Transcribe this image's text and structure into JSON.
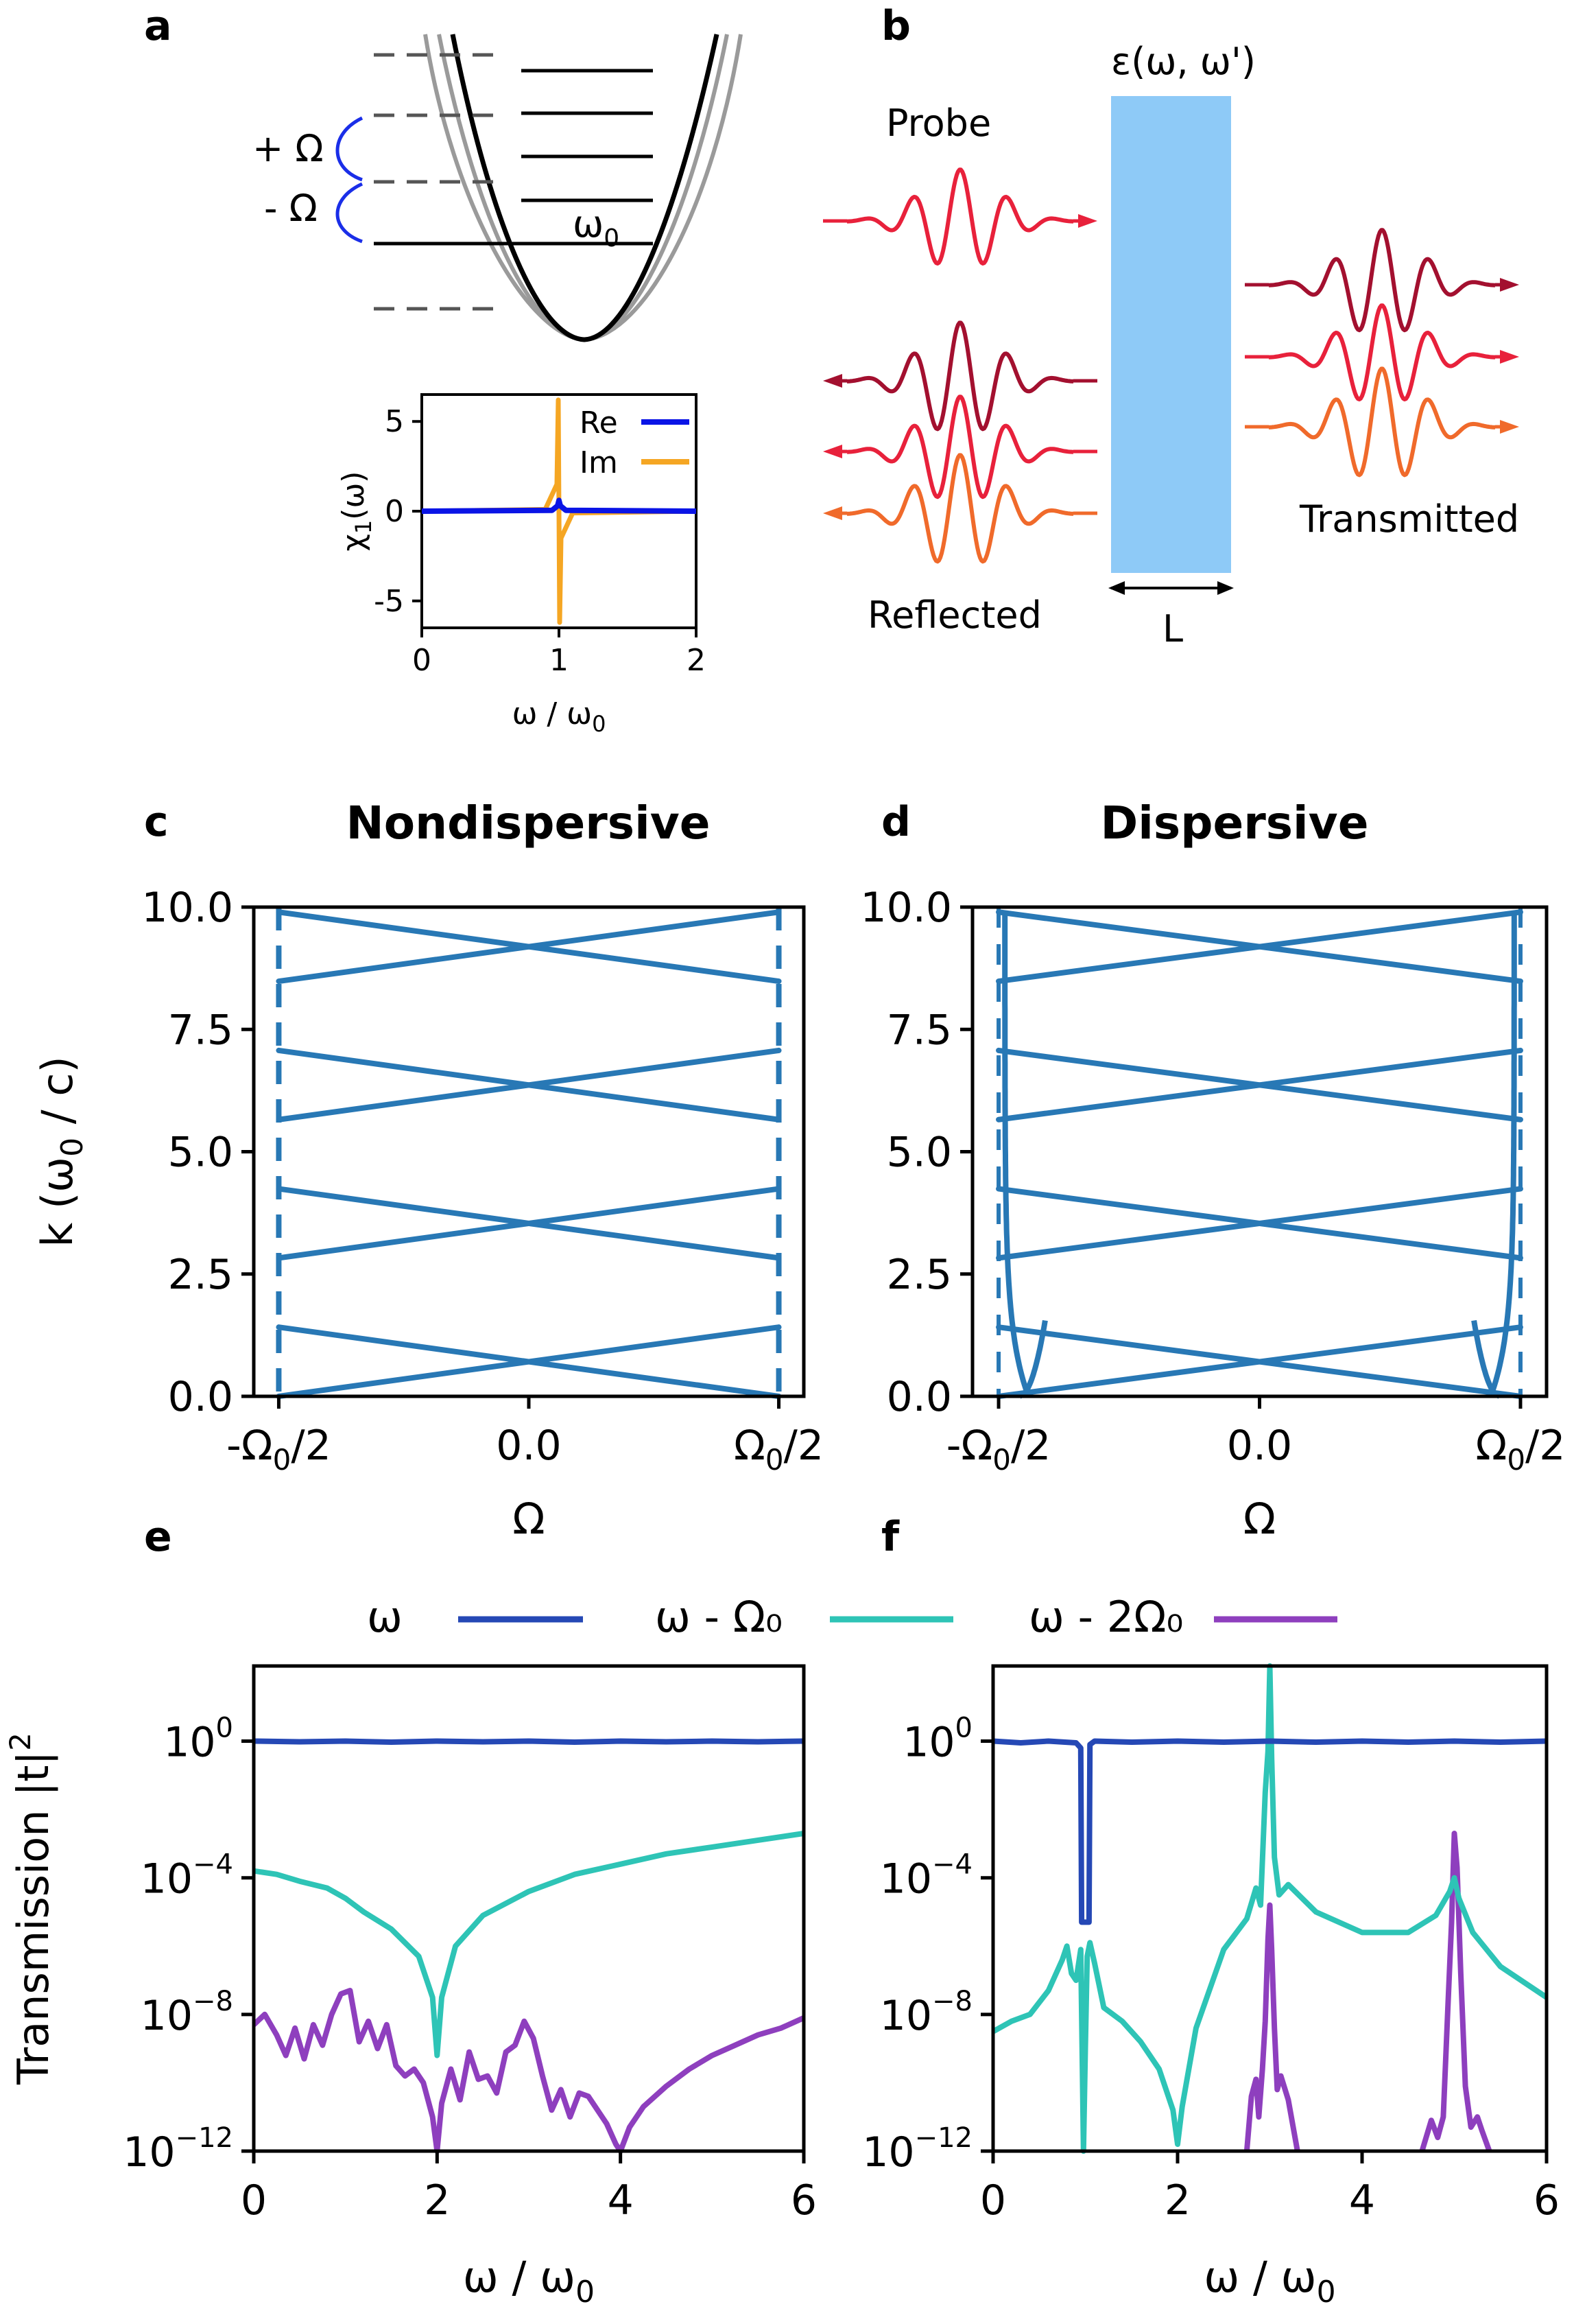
{
  "panels": {
    "a": {
      "label": "a",
      "annotations": {
        "plus": "+ Ω",
        "minus": "- Ω",
        "omega0_main": "ω",
        "omega0_sub": "0"
      }
    },
    "b": {
      "label": "b",
      "annotations": {
        "epsilon": "ε(ω, ω')",
        "probe": "Probe",
        "reflected": "Reflected",
        "transmitted": "Transmitted",
        "length": "L"
      }
    },
    "c": {
      "label": "c",
      "title": "Nondispersive"
    },
    "d": {
      "label": "d",
      "title": "Dispersive"
    },
    "e": {
      "label": "e"
    },
    "f": {
      "label": "f"
    }
  },
  "colors": {
    "band": "#2878b5",
    "re": "#0a14e6",
    "im": "#f5a623",
    "omega": "#2548b5",
    "omega_minus": "#2ec4b6",
    "omega_minus2": "#8e3fbe",
    "slab": "#8ecaf7",
    "wave_dark": "#a3102f",
    "wave_mid": "#e8213b",
    "wave_light": "#f06a2b"
  },
  "chart_data": [
    {
      "panel": "a-inset",
      "type": "line",
      "xlabel": "ω / ω₀",
      "ylabel": "χ₁(ω)",
      "xlim": [
        0,
        2
      ],
      "ylim": [
        -6.5,
        6.5
      ],
      "xticks": [
        "0",
        "1",
        "2"
      ],
      "yticks": [
        "5",
        "0",
        "-5"
      ],
      "legend": {
        "position": "top-right",
        "entries": [
          "Re",
          "Im"
        ]
      },
      "series": [
        {
          "name": "Re",
          "x": [
            0,
            0.95,
            0.99,
            1.0,
            1.01,
            1.05,
            2
          ],
          "y": [
            0,
            0.05,
            0.3,
            0.6,
            0.3,
            0.05,
            0
          ]
        },
        {
          "name": "Im",
          "x": [
            0,
            0.9,
            0.985,
            0.995,
            1.0,
            1.005,
            1.015,
            1.1,
            2
          ],
          "y": [
            0,
            0.1,
            1.5,
            6.2,
            0,
            -6.2,
            -1.5,
            -0.1,
            0
          ]
        }
      ]
    },
    {
      "panel": "c",
      "type": "line",
      "ylabel": "k (ω₀ / c)",
      "xlabel": "Ω",
      "xlim": [
        -0.55,
        0.55
      ],
      "ylim": [
        0,
        10
      ],
      "xticks": [
        "-Ω₀/2",
        "0.0",
        "Ω₀/2"
      ],
      "yticks": [
        "10.0",
        "7.5",
        "5.0",
        "2.5",
        "0.0"
      ],
      "boundary": "dashed",
      "bands": {
        "omega_half": 0.5,
        "k_period": 2.828
      }
    },
    {
      "panel": "d",
      "type": "line",
      "xlabel": "Ω",
      "xlim": [
        -0.55,
        0.55
      ],
      "ylim": [
        0,
        10
      ],
      "xticks": [
        "-Ω₀/2",
        "0.0",
        "Ω₀/2"
      ],
      "yticks": [
        "10.0",
        "7.5",
        "5.0",
        "2.5",
        "0.0"
      ],
      "boundary": "dispersive",
      "bands": {
        "omega_half": 0.5,
        "k_period": 2.828
      }
    },
    {
      "panel": "e",
      "type": "line",
      "yscale": "log",
      "ylabel": "Transmission |t|²",
      "xlabel": "ω / ω₀",
      "xlim": [
        0,
        6
      ],
      "ylim": [
        -12,
        2.2
      ],
      "xticks": [
        "0",
        "2",
        "4",
        "6"
      ],
      "yticks": [
        {
          "base": "10",
          "exp": "0"
        },
        {
          "base": "10",
          "exp": "−4"
        },
        {
          "base": "10",
          "exp": "−8"
        },
        {
          "base": "10",
          "exp": "−12"
        }
      ],
      "series": [
        {
          "name": "ω",
          "x": [
            0,
            0.5,
            1,
            1.5,
            2,
            2.5,
            3,
            3.5,
            4,
            4.5,
            5,
            5.5,
            6
          ],
          "y": [
            0,
            -0.02,
            0,
            -0.03,
            0,
            -0.02,
            0,
            -0.03,
            0,
            -0.02,
            0,
            -0.02,
            0
          ]
        },
        {
          "name": "ω - Ω₀",
          "x": [
            0,
            0.25,
            0.5,
            0.8,
            1.0,
            1.2,
            1.5,
            1.8,
            1.95,
            2.0,
            2.05,
            2.2,
            2.5,
            3.0,
            3.5,
            4.0,
            4.5,
            5.0,
            5.5,
            6.0
          ],
          "y": [
            -3.8,
            -3.9,
            -4.1,
            -4.3,
            -4.6,
            -5.0,
            -5.5,
            -6.3,
            -7.5,
            -9.2,
            -7.5,
            -6.0,
            -5.1,
            -4.4,
            -3.9,
            -3.6,
            -3.3,
            -3.1,
            -2.9,
            -2.7
          ]
        },
        {
          "name": "ω - 2Ω₀",
          "x": [
            0,
            0.12,
            0.25,
            0.35,
            0.45,
            0.55,
            0.65,
            0.75,
            0.85,
            0.95,
            1.05,
            1.15,
            1.25,
            1.35,
            1.45,
            1.55,
            1.65,
            1.75,
            1.85,
            1.95,
            2.0,
            2.05,
            2.15,
            2.25,
            2.35,
            2.45,
            2.55,
            2.65,
            2.75,
            2.85,
            2.95,
            3.05,
            3.15,
            3.25,
            3.35,
            3.45,
            3.55,
            3.65,
            3.75,
            3.85,
            3.95,
            4.0,
            4.1,
            4.25,
            4.5,
            4.75,
            5.0,
            5.25,
            5.5,
            5.75,
            6.0
          ],
          "y": [
            -8.3,
            -8.0,
            -8.6,
            -9.2,
            -8.4,
            -9.3,
            -8.3,
            -8.9,
            -8.0,
            -7.4,
            -7.3,
            -8.8,
            -8.2,
            -9.0,
            -8.3,
            -9.5,
            -9.8,
            -9.6,
            -10.0,
            -11.0,
            -12.0,
            -10.6,
            -9.6,
            -10.5,
            -9.1,
            -9.9,
            -9.8,
            -10.3,
            -9.1,
            -8.9,
            -8.2,
            -8.7,
            -9.8,
            -10.8,
            -10.2,
            -11.0,
            -10.3,
            -10.4,
            -10.8,
            -11.2,
            -11.8,
            -12.0,
            -11.3,
            -10.7,
            -10.1,
            -9.6,
            -9.2,
            -8.9,
            -8.6,
            -8.4,
            -8.1
          ]
        }
      ]
    },
    {
      "panel": "f",
      "type": "line",
      "yscale": "log",
      "xlabel": "ω / ω₀",
      "xlim": [
        0,
        6
      ],
      "ylim": [
        -12,
        2.2
      ],
      "xticks": [
        "0",
        "2",
        "4",
        "6"
      ],
      "yticks": [
        {
          "base": "10",
          "exp": "0"
        },
        {
          "base": "10",
          "exp": "−4"
        },
        {
          "base": "10",
          "exp": "−8"
        },
        {
          "base": "10",
          "exp": "−12"
        }
      ],
      "series": [
        {
          "name": "ω",
          "x": [
            0,
            0.3,
            0.6,
            0.9,
            0.95,
            0.96,
            1.0,
            1.04,
            1.05,
            1.1,
            1.5,
            2.0,
            2.5,
            3.0,
            3.5,
            4.0,
            4.5,
            5.0,
            5.5,
            6.0
          ],
          "y": [
            0,
            -0.05,
            0,
            -0.05,
            -0.2,
            -5.3,
            -5.3,
            -5.3,
            -0.1,
            0,
            -0.03,
            0,
            -0.03,
            0,
            -0.03,
            0,
            -0.03,
            0,
            -0.03,
            0
          ]
        },
        {
          "name": "ω - Ω₀",
          "x": [
            0,
            0.2,
            0.4,
            0.6,
            0.75,
            0.8,
            0.85,
            0.9,
            0.95,
            0.98,
            1.0,
            1.02,
            1.05,
            1.1,
            1.2,
            1.4,
            1.6,
            1.8,
            1.95,
            2.0,
            2.05,
            2.2,
            2.5,
            2.75,
            2.85,
            2.9,
            2.95,
            2.98,
            3.0,
            3.02,
            3.05,
            3.1,
            3.2,
            3.5,
            4.0,
            4.5,
            4.8,
            4.95,
            5.0,
            5.05,
            5.2,
            5.5,
            6.0
          ],
          "y": [
            -8.5,
            -8.2,
            -8.0,
            -7.3,
            -6.4,
            -6.0,
            -6.8,
            -7.0,
            -6.1,
            -12.0,
            -9.0,
            -6.3,
            -5.9,
            -6.5,
            -7.8,
            -8.2,
            -8.8,
            -9.6,
            -10.8,
            -11.8,
            -10.7,
            -8.4,
            -6.1,
            -5.2,
            -4.3,
            -4.8,
            -1.5,
            -0.3,
            2.2,
            -0.5,
            -3.4,
            -4.5,
            -4.2,
            -5.0,
            -5.6,
            -5.6,
            -5.1,
            -4.4,
            -4.0,
            -4.6,
            -5.6,
            -6.6,
            -7.5
          ]
        },
        {
          "name": "ω - 2Ω₀",
          "x": [
            2.75,
            2.8,
            2.85,
            2.88,
            2.92,
            2.95,
            2.98,
            3.0,
            3.02,
            3.05,
            3.08,
            3.12,
            3.2,
            3.3
          ],
          "y": [
            -12.0,
            -10.4,
            -9.9,
            -11.0,
            -9.6,
            -8.2,
            -5.8,
            -4.8,
            -6.1,
            -8.4,
            -10.2,
            -9.8,
            -10.5,
            -12.0
          ]
        },
        {
          "name": "ω - 2Ω₀",
          "x": [
            4.65,
            4.75,
            4.82,
            4.88,
            4.93,
            4.97,
            5.0,
            5.03,
            5.07,
            5.12,
            5.18,
            5.25,
            5.3,
            5.38
          ],
          "y": [
            -12.0,
            -11.1,
            -11.6,
            -11.0,
            -7.8,
            -5.3,
            -2.7,
            -3.7,
            -6.8,
            -10.1,
            -11.3,
            -11.0,
            -11.4,
            -12.0
          ]
        }
      ]
    }
  ],
  "legend": {
    "entries": [
      {
        "text": "ω",
        "color_key": "omega"
      },
      {
        "text": "ω - Ω₀",
        "color_key": "omega_minus"
      },
      {
        "text": "ω - 2Ω₀",
        "color_key": "omega_minus2"
      }
    ]
  }
}
